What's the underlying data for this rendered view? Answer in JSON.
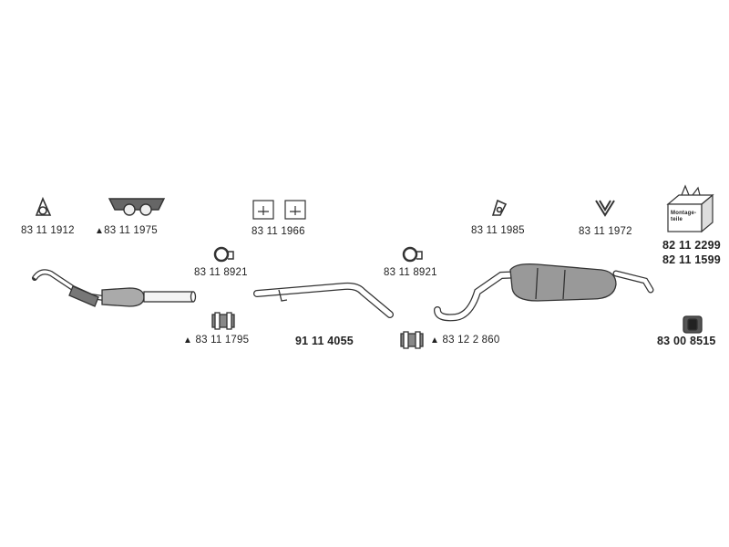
{
  "labels": {
    "p1": "83 11 1912",
    "p2": "83 11 1975",
    "p3": "83 11 1966",
    "p4": "83 11 1985",
    "p5": "83 11 1972",
    "p6": "82 11 2299",
    "p7": "82 11 1599",
    "p8": "83 11 8921",
    "p9": "83 11 8921",
    "p10": "83 11 1795",
    "p11": "91 11 4055",
    "p12": "83 12 2 860",
    "p13": "83 00 8515",
    "kit": "Montage-teile",
    "warning_symbol": "▲"
  },
  "colors": {
    "stroke": "#333333",
    "fill_light": "#eeeeee",
    "fill_dark": "#888888"
  }
}
